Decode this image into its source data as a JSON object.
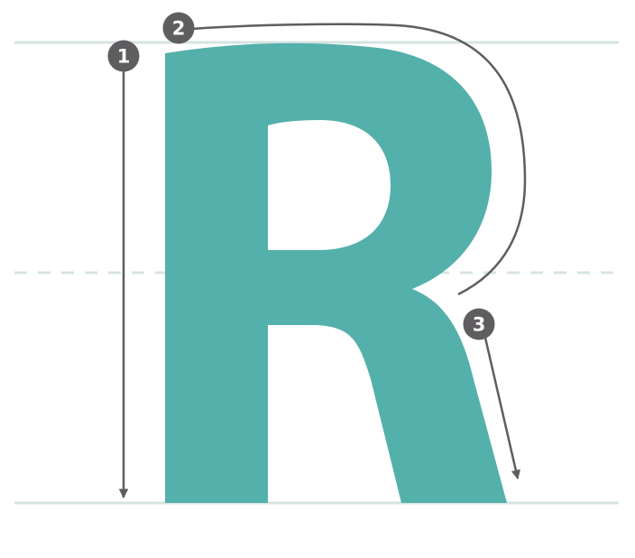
{
  "letter": "R",
  "colors": {
    "letter_fill": "#54b0aa",
    "guide_line": "#d5e4e2",
    "stroke_arrow": "#5f5d5f",
    "badge_fill": "#5f5d5f",
    "badge_text": "#ffffff",
    "background": "#ffffff"
  },
  "guides": [
    {
      "name": "top-guide-line",
      "style": "solid"
    },
    {
      "name": "midline-guide-line",
      "style": "dashed"
    },
    {
      "name": "baseline-guide-line",
      "style": "solid"
    }
  ],
  "steps": [
    {
      "number": "1",
      "icon": "straight-down-arrow-icon"
    },
    {
      "number": "2",
      "icon": "curved-bowl-arrow-icon"
    },
    {
      "number": "3",
      "icon": "diagonal-leg-arrow-icon"
    }
  ]
}
